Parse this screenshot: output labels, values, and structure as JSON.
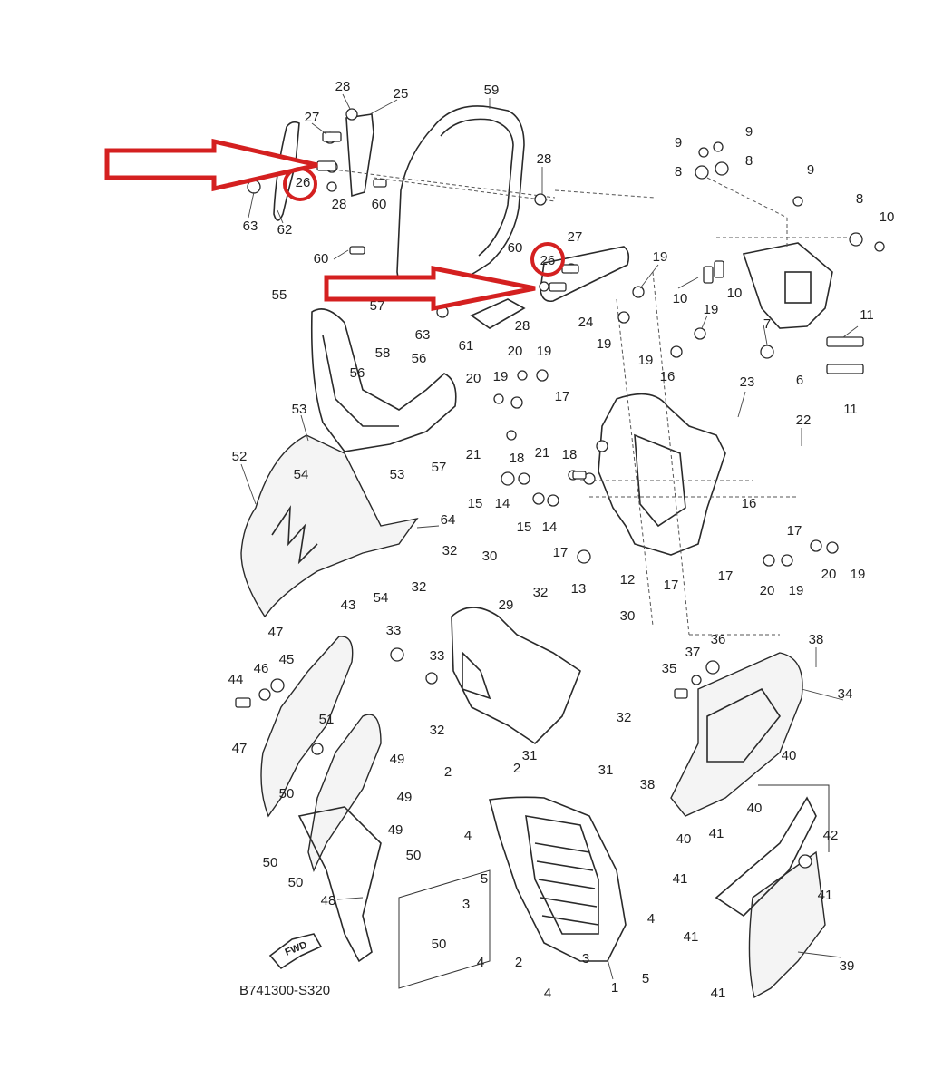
{
  "figure": {
    "reference_code": "B741300-S320",
    "fwd_label": "FWD"
  },
  "highlight": {
    "color": "#d42020",
    "marked_part": "26"
  },
  "callouts": [
    "28",
    "25",
    "59",
    "27",
    "9",
    "9",
    "28",
    "8",
    "8",
    "26",
    "28",
    "60",
    "63",
    "62",
    "9",
    "8",
    "10",
    "60",
    "27",
    "60",
    "26",
    "19",
    "10",
    "10",
    "11",
    "55",
    "57",
    "63",
    "28",
    "24",
    "19",
    "19",
    "7",
    "58",
    "56",
    "56",
    "61",
    "20",
    "19",
    "19",
    "16",
    "6",
    "11",
    "20",
    "19",
    "17",
    "23",
    "53",
    "22",
    "52",
    "21",
    "18",
    "21",
    "18",
    "54",
    "57",
    "53",
    "15",
    "14",
    "16",
    "64",
    "15",
    "14",
    "17",
    "17",
    "20",
    "19",
    "32",
    "30",
    "17",
    "12",
    "13",
    "17",
    "54",
    "20",
    "19",
    "32",
    "29",
    "32",
    "43",
    "47",
    "30",
    "33",
    "45",
    "36",
    "38",
    "46",
    "44",
    "33",
    "37",
    "35",
    "34",
    "32",
    "32",
    "47",
    "51",
    "49",
    "31",
    "31",
    "40",
    "2",
    "2",
    "50",
    "49",
    "38",
    "49",
    "40",
    "4",
    "42",
    "50",
    "50",
    "41",
    "40",
    "5",
    "41",
    "41",
    "50",
    "3",
    "4",
    "48",
    "4",
    "41",
    "2",
    "3",
    "5",
    "50",
    "39",
    "4",
    "1",
    "41"
  ]
}
